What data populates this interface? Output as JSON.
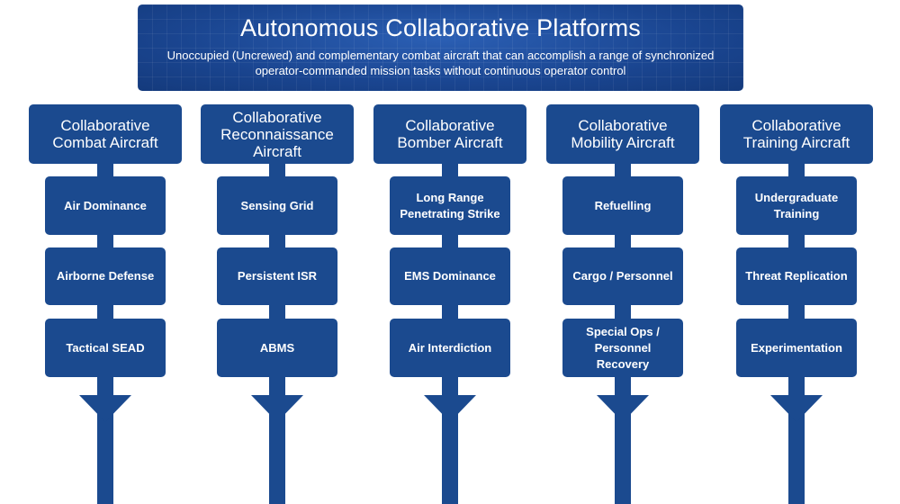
{
  "header": {
    "title": "Autonomous Collaborative Platforms",
    "subtitle": "Unoccupied (Uncrewed) and complementary combat aircraft that can accomplish a range of synchronized operator-commanded mission tasks without continuous operator control"
  },
  "columns": [
    {
      "title": "Collaborative Combat Aircraft",
      "tasks": [
        "Air Dominance",
        "Airborne Defense",
        "Tactical SEAD"
      ]
    },
    {
      "title": "Collaborative Reconnaissance Aircraft",
      "tasks": [
        "Sensing Grid",
        "Persistent ISR",
        "ABMS"
      ]
    },
    {
      "title": "Collaborative Bomber Aircraft",
      "tasks": [
        "Long Range Penetrating Strike",
        "EMS Dominance",
        "Air Interdiction"
      ]
    },
    {
      "title": "Collaborative Mobility Aircraft",
      "tasks": [
        "Refuelling",
        "Cargo / Personnel",
        "Special Ops / Personnel Recovery"
      ]
    },
    {
      "title": "Collaborative Training Aircraft",
      "tasks": [
        "Undergraduate Training",
        "Threat Replication",
        "Experimentation"
      ]
    }
  ],
  "colors": {
    "box": "#1b4a8f",
    "header": "#1a4590",
    "text": "#ffffff"
  }
}
